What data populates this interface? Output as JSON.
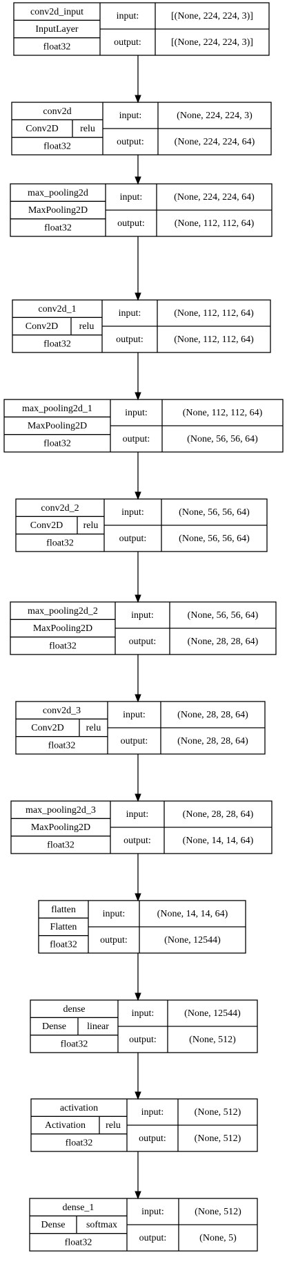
{
  "layers": [
    {
      "name": "conv2d_input",
      "type": "InputLayer",
      "dtype": "float32",
      "input": "[(None, 224, 224, 3)]",
      "output": "[(None, 224, 224, 3)]",
      "input_label": "input:",
      "output_label": "output:"
    },
    {
      "name": "conv2d",
      "type": "Conv2D",
      "activation": "relu",
      "dtype": "float32",
      "input": "(None, 224, 224, 3)",
      "output": "(None, 224, 224, 64)",
      "input_label": "input:",
      "output_label": "output:"
    },
    {
      "name": "max_pooling2d",
      "type": "MaxPooling2D",
      "dtype": "float32",
      "input": "(None, 224, 224, 64)",
      "output": "(None, 112, 112, 64)",
      "input_label": "input:",
      "output_label": "output:"
    },
    {
      "name": "conv2d_1",
      "type": "Conv2D",
      "activation": "relu",
      "dtype": "float32",
      "input": "(None, 112, 112, 64)",
      "output": "(None, 112, 112, 64)",
      "input_label": "input:",
      "output_label": "output:"
    },
    {
      "name": "max_pooling2d_1",
      "type": "MaxPooling2D",
      "dtype": "float32",
      "input": "(None, 112, 112, 64)",
      "output": "(None, 56, 56, 64)",
      "input_label": "input:",
      "output_label": "output:"
    },
    {
      "name": "conv2d_2",
      "type": "Conv2D",
      "activation": "relu",
      "dtype": "float32",
      "input": "(None, 56, 56, 64)",
      "output": "(None, 56, 56, 64)",
      "input_label": "input:",
      "output_label": "output:"
    },
    {
      "name": "max_pooling2d_2",
      "type": "MaxPooling2D",
      "dtype": "float32",
      "input": "(None, 56, 56, 64)",
      "output": "(None, 28, 28, 64)",
      "input_label": "input:",
      "output_label": "output:"
    },
    {
      "name": "conv2d_3",
      "type": "Conv2D",
      "activation": "relu",
      "dtype": "float32",
      "input": "(None, 28, 28, 64)",
      "output": "(None, 28, 28, 64)",
      "input_label": "input:",
      "output_label": "output:"
    },
    {
      "name": "max_pooling2d_3",
      "type": "MaxPooling2D",
      "dtype": "float32",
      "input": "(None, 28, 28, 64)",
      "output": "(None, 14, 14, 64)",
      "input_label": "input:",
      "output_label": "output:"
    },
    {
      "name": "flatten",
      "type": "Flatten",
      "dtype": "float32",
      "input": "(None, 14, 14, 64)",
      "output": "(None, 12544)",
      "input_label": "input:",
      "output_label": "output:"
    },
    {
      "name": "dense",
      "type": "Dense",
      "activation": "linear",
      "dtype": "float32",
      "input": "(None, 12544)",
      "output": "(None, 512)",
      "input_label": "input:",
      "output_label": "output:"
    },
    {
      "name": "activation",
      "type": "Activation",
      "activation": "relu",
      "dtype": "float32",
      "input": "(None, 512)",
      "output": "(None, 512)",
      "input_label": "input:",
      "output_label": "output:"
    },
    {
      "name": "dense_1",
      "type": "Dense",
      "activation": "softmax",
      "dtype": "float32",
      "input": "(None, 512)",
      "output": "(None, 5)",
      "input_label": "input:",
      "output_label": "output:"
    }
  ]
}
